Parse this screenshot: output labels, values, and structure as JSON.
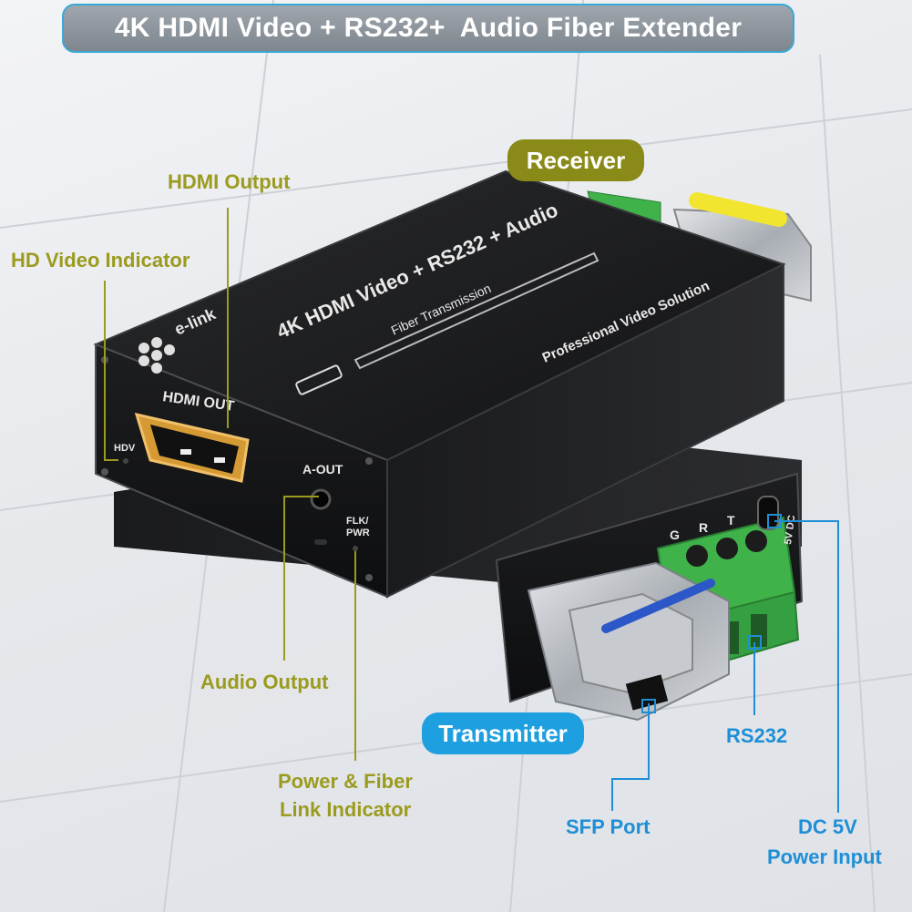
{
  "title": "4K HDMI Video + RS232+  Audio Fiber Extender",
  "badges": {
    "receiver": "Receiver",
    "transmitter": "Transmitter"
  },
  "callouts": {
    "hdmi_output": "HDMI Output",
    "hd_video_indicator": "HD Video Indicator",
    "audio_output": "Audio Output",
    "power_fiber_line1": "Power & Fiber",
    "power_fiber_line2": "Link Indicator",
    "rs232": "RS232",
    "sfp_port": "SFP Port",
    "dc_line1": "DC 5V",
    "dc_line2": "Power Input"
  },
  "device_print": {
    "brand": "e-link",
    "top_title": "4K HDMI Video + RS232 + Audio",
    "fiber_transmission": "Fiber Transmission",
    "slogan": "Professional Video Solution",
    "hdmi_out": "HDMI OUT",
    "hdv": "HDV",
    "a_out": "A-OUT",
    "flk_pwr_line1": "FLK/",
    "flk_pwr_line2": "PWR",
    "terminal_g": "G",
    "terminal_r": "R",
    "terminal_t": "T",
    "dc_port": "5V DC"
  },
  "colors": {
    "olive_label": "#9b9b1f",
    "blue_label": "#1e8fd6",
    "receiver_badge": "#8a8a18",
    "transmitter_badge": "#1e9fe0",
    "terminal_green": "#3fb24a"
  }
}
